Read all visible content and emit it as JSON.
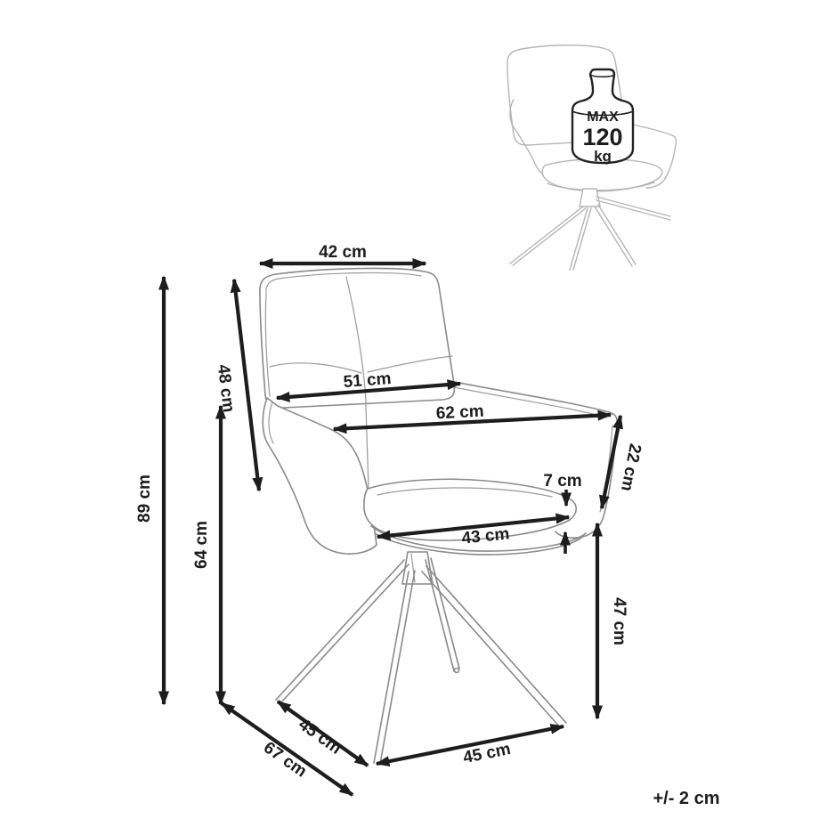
{
  "diagram": {
    "tolerance_note": "+/- 2 cm",
    "max_weight_badge": {
      "line1": "MAX",
      "line2": "120",
      "line3": "kg"
    },
    "dimensions": {
      "back_top_width": "42 cm",
      "backrest_height": "48 cm",
      "seat_back_width": "51 cm",
      "overall_width": "62 cm",
      "armrest_to_seat": "22 cm",
      "cushion_thickness": "7 cm",
      "seat_width": "43 cm",
      "overall_height": "89 cm",
      "armrest_height": "64 cm",
      "seat_height": "47 cm",
      "base_depth_side": "45 cm",
      "overall_depth": "67 cm",
      "base_width_front": "45 cm"
    }
  }
}
